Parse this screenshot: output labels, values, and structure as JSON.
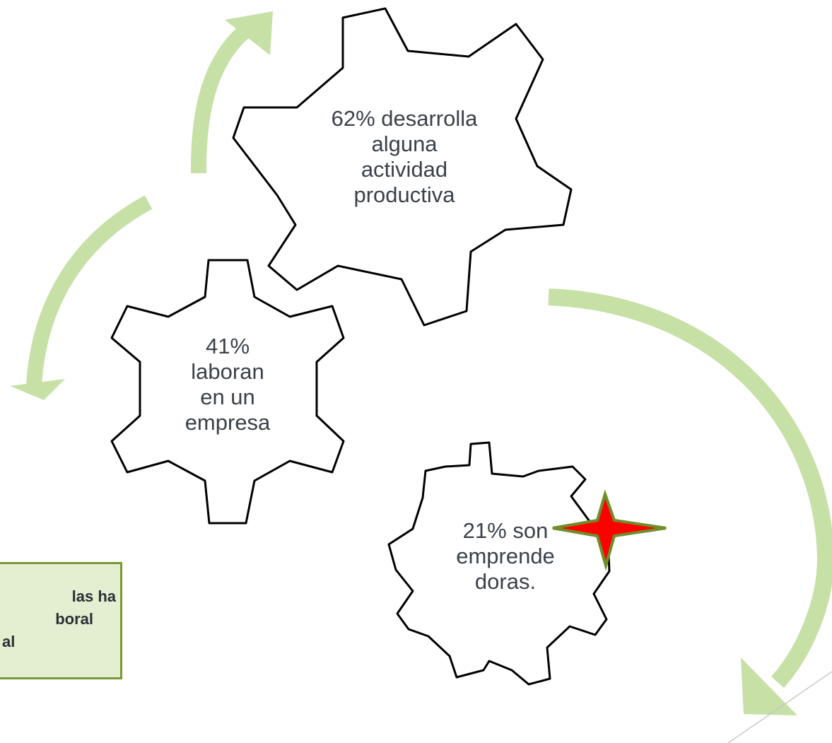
{
  "colors": {
    "arrow": "#c6e0a6",
    "gear_stroke": "#000000",
    "gear_fill": "#ffffff",
    "text": "#3a4149",
    "star_fill": "#ff0000",
    "star_stroke": "#6f8f2a",
    "note_fill": "#e3efd0",
    "note_border": "#779a33"
  },
  "gears": {
    "top": {
      "lines": [
        "62% desarrolla",
        "alguna",
        "actividad",
        "productiva"
      ]
    },
    "left": {
      "lines": [
        "41%",
        "laboran",
        "en un",
        "empresa"
      ]
    },
    "right": {
      "lines": [
        "21% son",
        "emprende",
        "doras."
      ]
    }
  },
  "note": {
    "lines": [
      "las ha",
      "boral",
      "al"
    ]
  },
  "decorations": [
    "cycle-arrow",
    "star-marker"
  ]
}
